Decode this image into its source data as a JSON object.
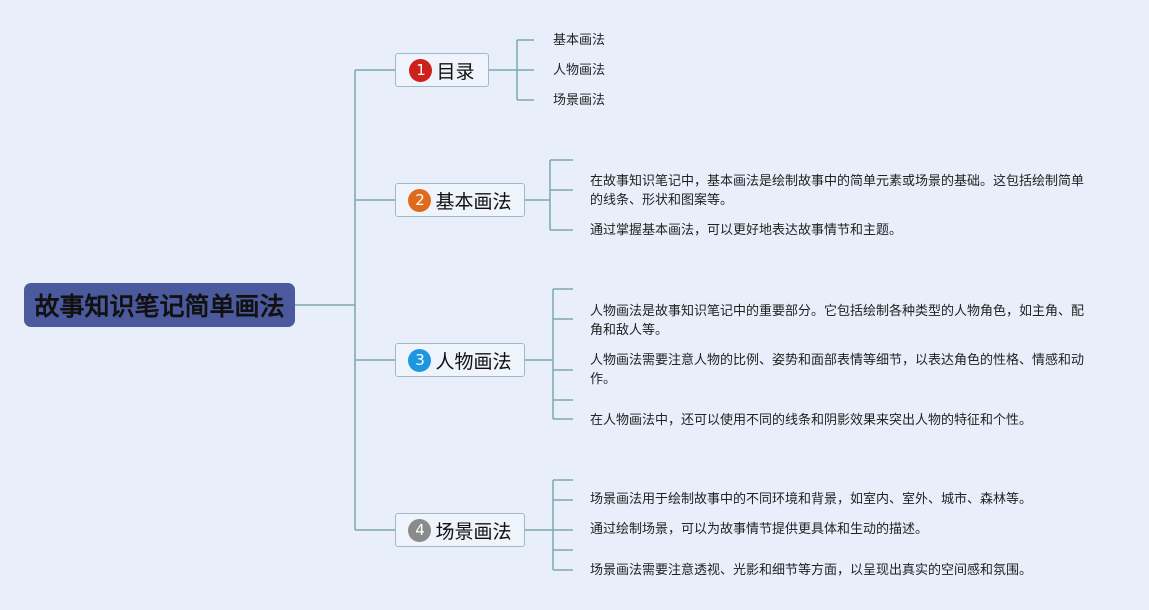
{
  "root": "故事知识笔记简单画法",
  "branches": [
    {
      "num": "1",
      "label": "目录",
      "color": "#d0201a",
      "children": [
        "基本画法",
        "人物画法",
        "场景画法"
      ]
    },
    {
      "num": "2",
      "label": "基本画法",
      "color": "#e06a1c",
      "children": [
        "在故事知识笔记中，基本画法是绘制故事中的简单元素或场景的基础。这包括绘制简单的线条、形状和图案等。",
        "通过掌握基本画法，可以更好地表达故事情节和主题。"
      ]
    },
    {
      "num": "3",
      "label": "人物画法",
      "color": "#1e96e0",
      "children": [
        "人物画法是故事知识笔记中的重要部分。它包括绘制各种类型的人物角色，如主角、配角和敌人等。",
        "人物画法需要注意人物的比例、姿势和面部表情等细节，以表达角色的性格、情感和动作。",
        "在人物画法中，还可以使用不同的线条和阴影效果来突出人物的特征和个性。"
      ]
    },
    {
      "num": "4",
      "label": "场景画法",
      "color": "#8a8a8a",
      "children": [
        "场景画法用于绘制故事中的不同环境和背景，如室内、室外、城市、森林等。",
        "通过绘制场景，可以为故事情节提供更具体和生动的描述。",
        "场景画法需要注意透视、光影和细节等方面，以呈现出真实的空间感和氛围。"
      ]
    }
  ]
}
